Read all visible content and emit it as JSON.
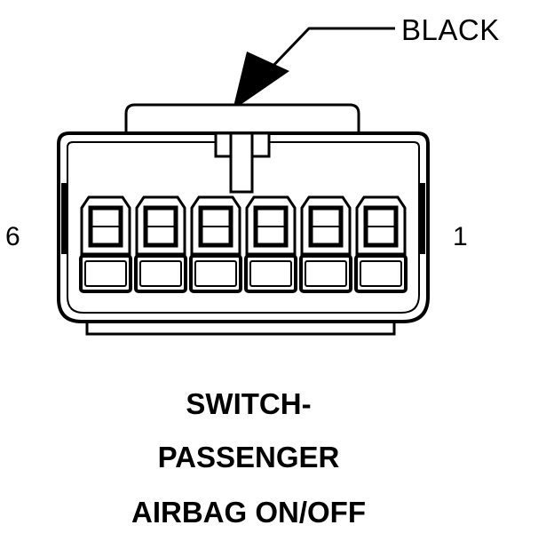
{
  "connector": {
    "color_label": "BLACK",
    "pin_left_label": "6",
    "pin_right_label": "1",
    "cavity_count": 6
  },
  "title": {
    "line1": "SWITCH-",
    "line2": "PASSENGER",
    "line3": "AIRBAG ON/OFF"
  }
}
